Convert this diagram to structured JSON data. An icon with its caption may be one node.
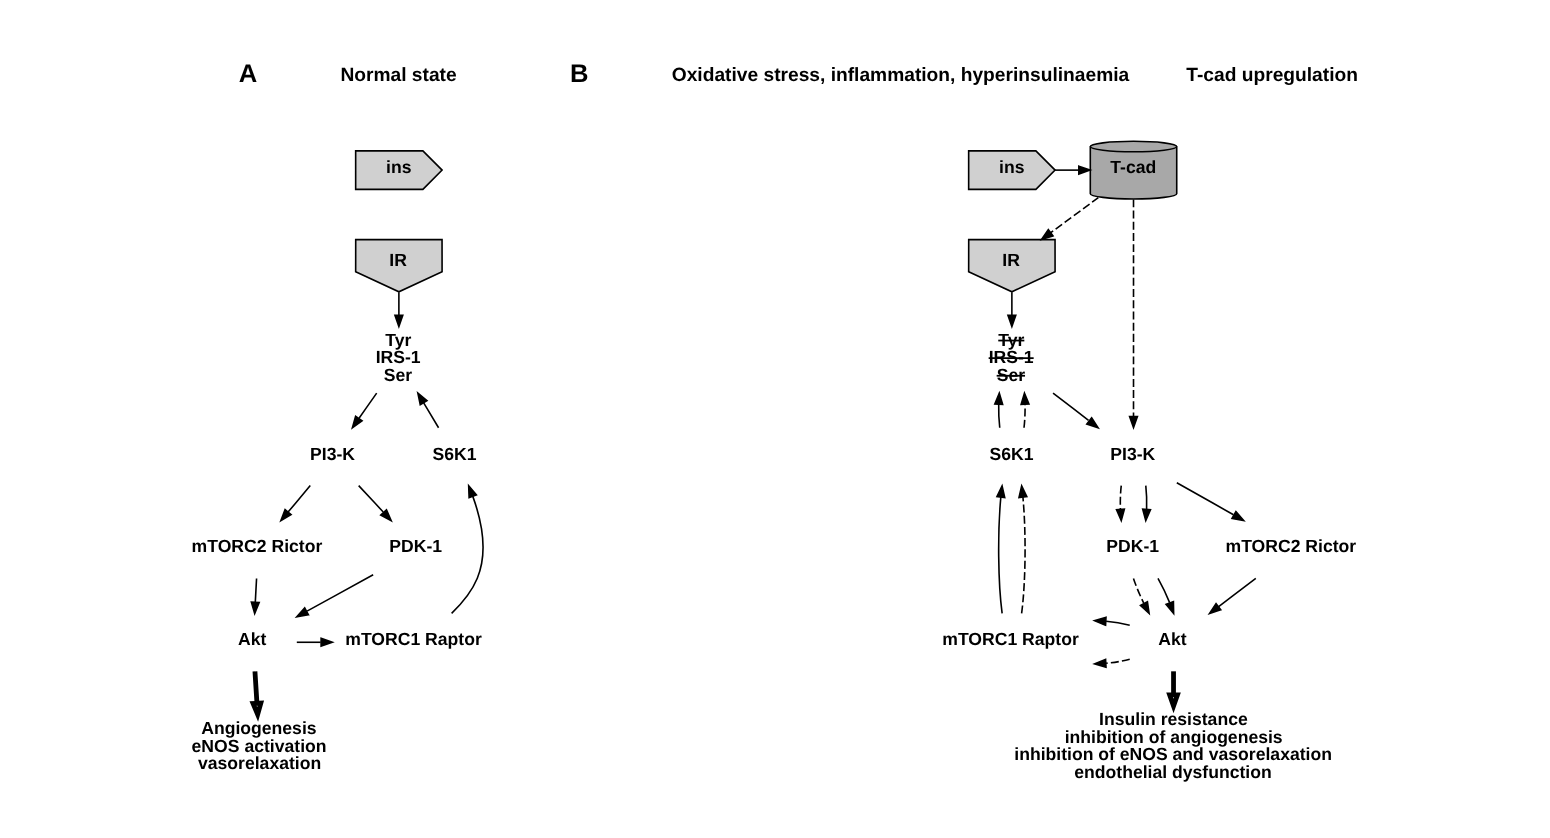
{
  "diagram": {
    "nodes": [
      {
        "text": [
          "ins"
        ]
      },
      {
        "text": [
          "IR"
        ]
      },
      {
        "text": [
          "Tyr",
          "IRS-1",
          "Ser"
        ]
      },
      {
        "text": [
          "PI3-K"
        ]
      },
      {
        "text": [
          "mTORC2 Rictor"
        ]
      },
      {
        "text": [
          "PDK-1"
        ]
      },
      {
        "text": [
          "S6K1"
        ]
      },
      {
        "text": [
          "Akt"
        ]
      },
      {
        "text": [
          "mTORC1 Raptor"
        ]
      },
      {
        "text": [
          "Angiogenesis",
          "eNOS activation",
          "vasorelaxation"
        ]
      },
      {
        "text": [
          "T-cad"
        ]
      },
      {
        "text": [
          "ins"
        ]
      },
      {
        "text": [
          "IR"
        ]
      },
      {
        "text": [
          "Tyr",
          "IRS-1",
          "Ser"
        ]
      },
      {
        "text": [
          "PI3-K"
        ]
      },
      {
        "text": [
          "S6K1"
        ]
      },
      {
        "text": [
          "mTORC2 Rictor"
        ]
      },
      {
        "text": [
          "PDK-1"
        ]
      },
      {
        "text": [
          "Akt"
        ]
      },
      {
        "text": [
          "mTORC1 Raptor"
        ]
      },
      {
        "text": [
          "Insulin resistance",
          "inhibition of angiogenesis",
          "inhibition of eNOS and vasorelaxation",
          "endothelial dysfunction"
        ]
      }
    ],
    "edges": [
      {
        "from": 1,
        "to": 2,
        "arrow": "to"
      },
      {
        "from": 2,
        "to": 3,
        "arrow": "to"
      },
      {
        "from": 3,
        "to": 4,
        "arrow": "to"
      },
      {
        "from": 3,
        "to": 5,
        "arrow": "to"
      },
      {
        "from": 4,
        "to": 7,
        "arrow": "to"
      },
      {
        "from": 5,
        "to": 7,
        "arrow": "to"
      },
      {
        "from": 7,
        "to": 8,
        "arrow": "to"
      },
      {
        "from": 8,
        "to": 6,
        "arrow": "to"
      },
      {
        "from": 6,
        "to": 2,
        "arrow": "to"
      },
      {
        "from": 7,
        "to": 9,
        "arrow": "to",
        "style": "thick"
      },
      {
        "from": 11,
        "to": 10,
        "arrow": "to"
      },
      {
        "from": 10,
        "to": 12,
        "arrow": "to",
        "style": "dashed"
      },
      {
        "from": 10,
        "to": 14,
        "arrow": "to",
        "style": "dashed"
      },
      {
        "from": 12,
        "to": 13,
        "arrow": "to"
      },
      {
        "from": 13,
        "to": 14,
        "arrow": "to"
      },
      {
        "from": 14,
        "to": 16,
        "arrow": "to"
      },
      {
        "from": 14,
        "to": 17,
        "arrow": "to",
        "style": "dashed"
      },
      {
        "from": 14,
        "to": 17,
        "arrow": "to"
      },
      {
        "from": 16,
        "to": 18,
        "arrow": "to"
      },
      {
        "from": 17,
        "to": 18,
        "arrow": "to",
        "style": "dashed"
      },
      {
        "from": 17,
        "to": 18,
        "arrow": "to"
      },
      {
        "from": 18,
        "to": 19,
        "arrow": "to",
        "style": "dashed"
      },
      {
        "from": 18,
        "to": 19,
        "arrow": "to"
      },
      {
        "from": 19,
        "to": 15,
        "arrow": "to"
      },
      {
        "from": 19,
        "to": 15,
        "arrow": "to",
        "style": "dashed"
      },
      {
        "from": 15,
        "to": 13,
        "arrow": "to"
      },
      {
        "from": 15,
        "to": 13,
        "arrow": "to",
        "style": "dashed"
      },
      {
        "from": 18,
        "to": 20,
        "arrow": "to",
        "style": "thick"
      }
    ],
    "labels": [
      "A",
      "Normal state",
      "B",
      "Oxidative stress, inflammation, hyperinsulinaemia",
      "T-cad upregulation"
    ]
  }
}
